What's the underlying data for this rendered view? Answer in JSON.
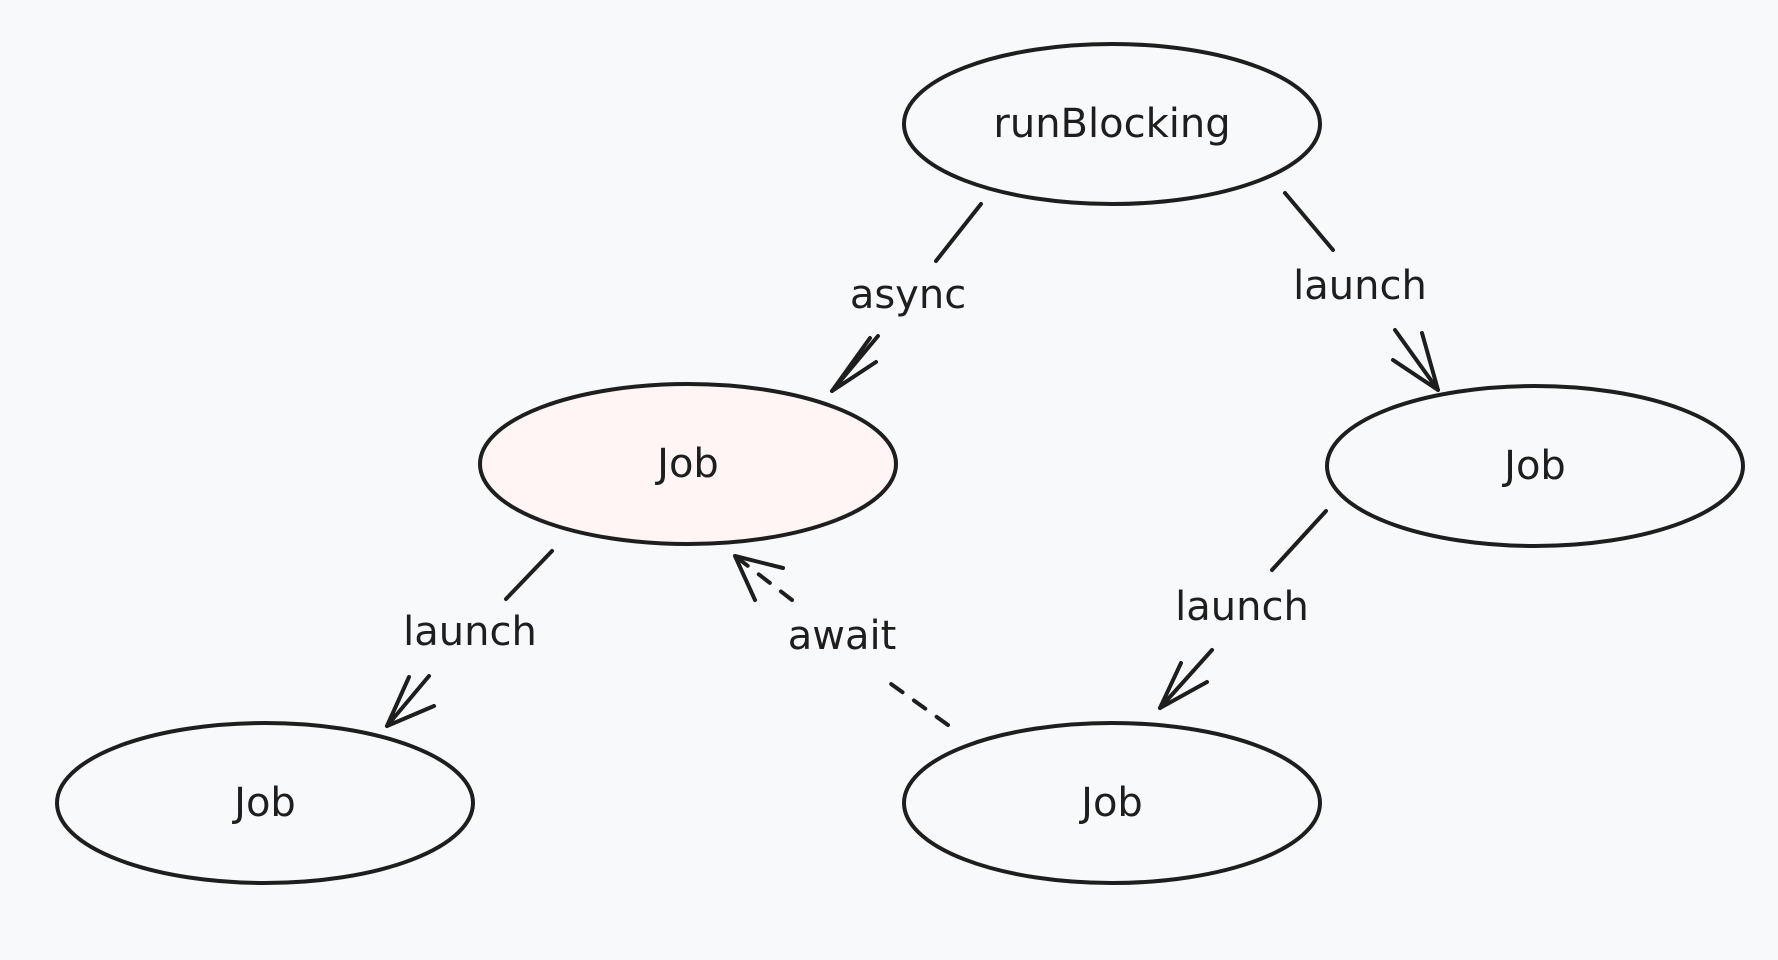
{
  "diagram": {
    "nodes": [
      {
        "id": "root",
        "label": "runBlocking",
        "highlight": false
      },
      {
        "id": "job_async",
        "label": "Job",
        "highlight": true
      },
      {
        "id": "job_right",
        "label": "Job",
        "highlight": false
      },
      {
        "id": "job_left_bottom",
        "label": "Job",
        "highlight": false
      },
      {
        "id": "job_bottom",
        "label": "Job",
        "highlight": false
      }
    ],
    "edges": [
      {
        "from": "root",
        "to": "job_async",
        "label": "async",
        "style": "solid"
      },
      {
        "from": "root",
        "to": "job_right",
        "label": "launch",
        "style": "solid"
      },
      {
        "from": "job_async",
        "to": "job_left_bottom",
        "label": "launch",
        "style": "solid"
      },
      {
        "from": "job_right",
        "to": "job_bottom",
        "label": "launch",
        "style": "solid"
      },
      {
        "from": "job_bottom",
        "to": "job_async",
        "label": "await",
        "style": "dashed"
      }
    ],
    "colors": {
      "background": "#f8f9fa",
      "stroke": "#1e1e1e",
      "highlight_fill": "#fff5f5"
    }
  }
}
